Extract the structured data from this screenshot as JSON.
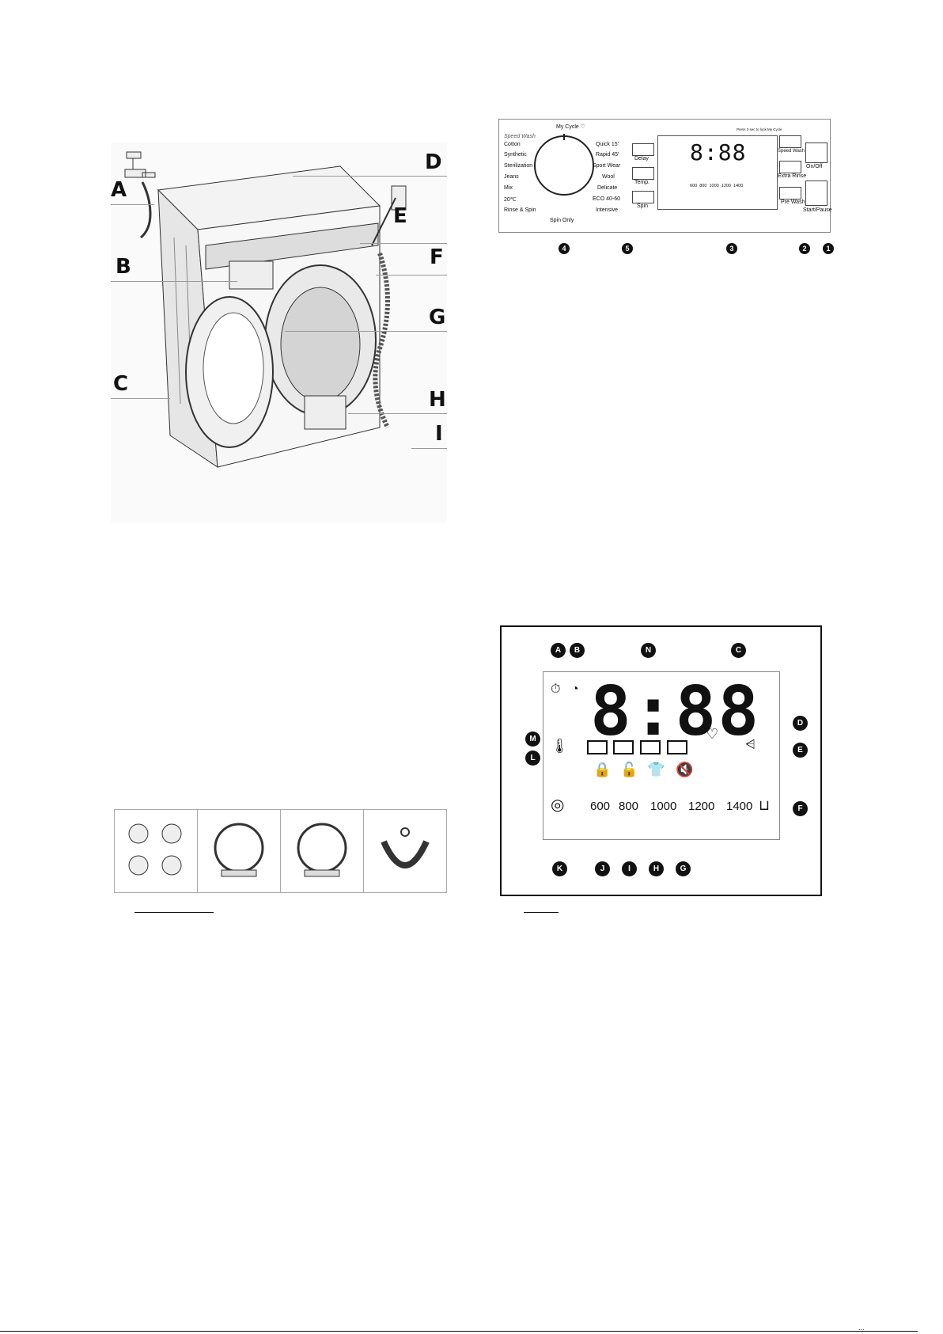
{
  "machine_figure": {
    "callouts": [
      "A",
      "B",
      "C",
      "D",
      "E",
      "F",
      "G",
      "H",
      "I"
    ]
  },
  "control_panel": {
    "dial_top_label": "My Cycle ♡",
    "speed_wash_label": "Speed Wash",
    "programs_left": [
      "Cotton",
      "Synthetic",
      "Sterilization",
      "Jeans",
      "Mix",
      "20℃",
      "Rinse & Spin"
    ],
    "programs_right": [
      "Quick 15'",
      "Rapid 45'",
      "Sport Wear",
      "Wool",
      "Delicate",
      "ECO 40-60",
      "Intensive"
    ],
    "dial_bottom_label": "Spin Only",
    "buttons_left": [
      "Delay",
      "Temp.",
      "Spin"
    ],
    "buttons_right": [
      "Speed Wash ♡",
      "Extra Rinse",
      "Pre Wash"
    ],
    "buttons_far_right": [
      "On/Off",
      "Start/Pause"
    ],
    "hold_note": "Press 3 sec to lock My Cycle",
    "display_digits": "8:88",
    "speeds": "600  800  1000  1200  1400",
    "numbers": [
      "4",
      "5",
      "3",
      "2",
      "1"
    ]
  },
  "lcd_figure": {
    "digits": "8:88",
    "speeds": [
      "600",
      "800",
      "1000",
      "1200",
      "1400"
    ],
    "letters": [
      "A",
      "B",
      "N",
      "C",
      "D",
      "E",
      "F",
      "G",
      "H",
      "I",
      "J",
      "K",
      "L",
      "M"
    ]
  },
  "accessories": {
    "count": 4
  },
  "footer": {
    "text": "..."
  }
}
